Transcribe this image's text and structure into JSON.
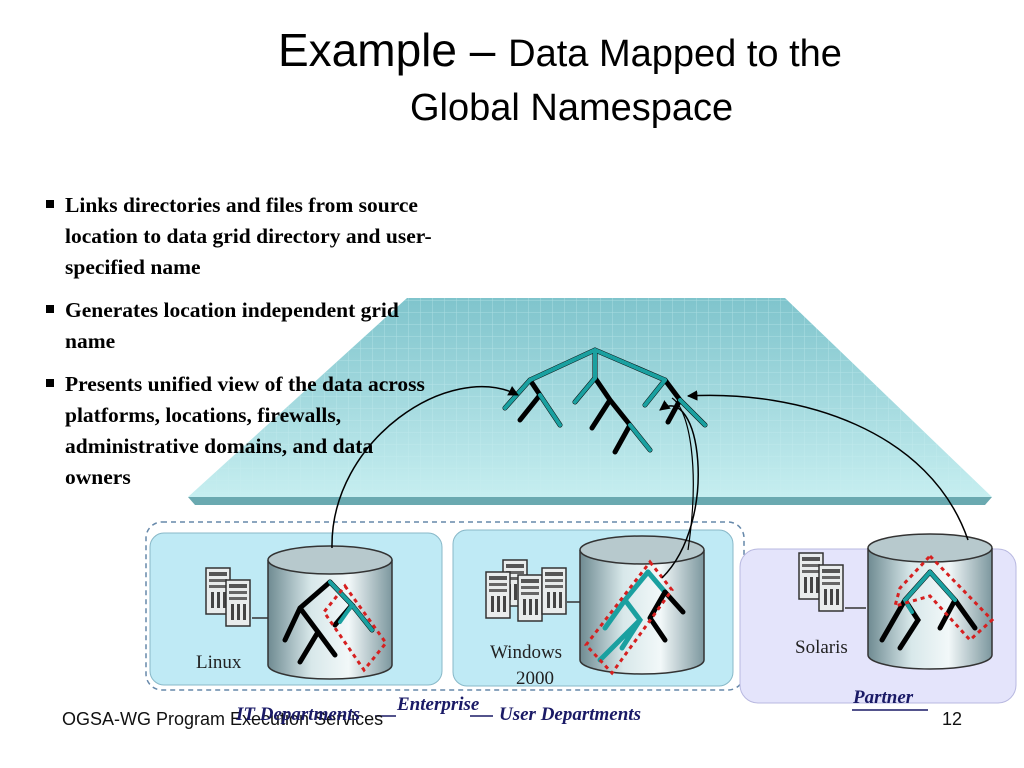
{
  "slide": {
    "title_prefix": "Example –",
    "title_rest": "Data Mapped to the",
    "title_line2": "Global Namespace",
    "bullets": [
      "Links directories and files from source location to data grid directory and user-specified name",
      "Generates location independent grid name",
      "Presents unified view of the data across platforms, locations, firewalls, administrative domains, and data owners"
    ],
    "footer_left": "OGSA-WG Program Execution Services",
    "page_number": "12"
  },
  "diagram": {
    "platforms": {
      "linux": "Linux",
      "windows_line1": "Windows",
      "windows_line2": "2000",
      "solaris": "Solaris"
    },
    "captions": {
      "it_departments": "IT Departments",
      "enterprise": "Enterprise",
      "user_departments": "User Departments",
      "partner": "Partner"
    },
    "icons": [
      "server-icon",
      "database-cylinder-icon",
      "directory-tree-icon",
      "arrow-icon"
    ],
    "colors": {
      "namespace_plane": "#9ed8dc",
      "box_fill": "#bfeaf5",
      "partner_fill": "#e4e4fb",
      "tree_teal": "#1aa0a0",
      "highlight_red": "#d62020",
      "caption_text": "#1a1a66"
    }
  }
}
